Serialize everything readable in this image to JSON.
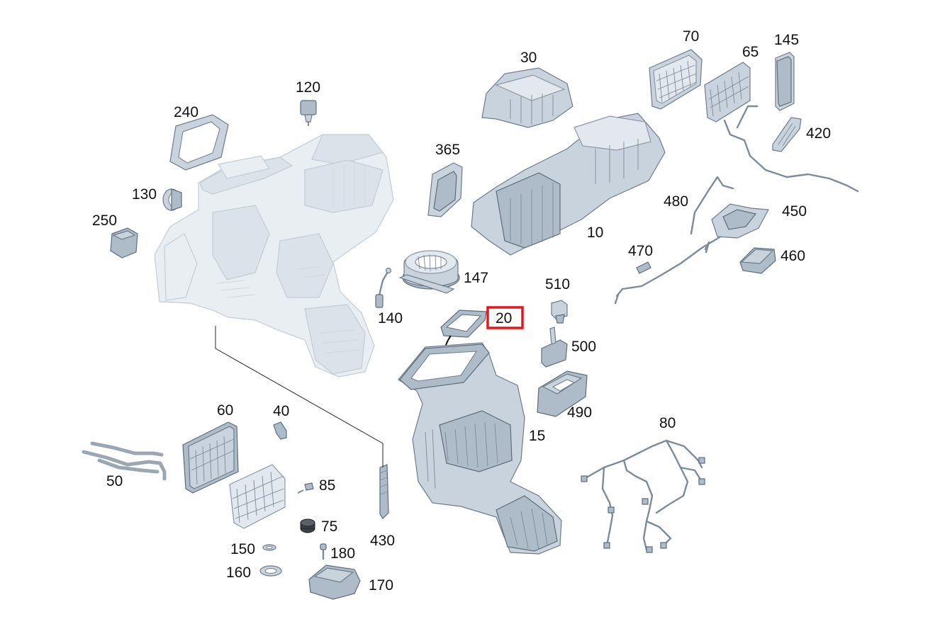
{
  "diagram": {
    "parts": [
      {
        "id": "10",
        "label": "10"
      },
      {
        "id": "15",
        "label": "15"
      },
      {
        "id": "20",
        "label": "20",
        "highlighted": true
      },
      {
        "id": "30",
        "label": "30"
      },
      {
        "id": "40",
        "label": "40"
      },
      {
        "id": "50",
        "label": "50"
      },
      {
        "id": "60",
        "label": "60"
      },
      {
        "id": "65",
        "label": "65"
      },
      {
        "id": "70",
        "label": "70"
      },
      {
        "id": "75",
        "label": "75"
      },
      {
        "id": "80",
        "label": "80"
      },
      {
        "id": "85",
        "label": "85"
      },
      {
        "id": "120",
        "label": "120"
      },
      {
        "id": "130",
        "label": "130"
      },
      {
        "id": "140",
        "label": "140"
      },
      {
        "id": "145",
        "label": "145"
      },
      {
        "id": "147",
        "label": "147"
      },
      {
        "id": "150",
        "label": "150"
      },
      {
        "id": "160",
        "label": "160"
      },
      {
        "id": "170",
        "label": "170"
      },
      {
        "id": "180",
        "label": "180"
      },
      {
        "id": "240",
        "label": "240"
      },
      {
        "id": "250",
        "label": "250"
      },
      {
        "id": "365",
        "label": "365"
      },
      {
        "id": "420",
        "label": "420"
      },
      {
        "id": "430",
        "label": "430"
      },
      {
        "id": "450",
        "label": "450"
      },
      {
        "id": "460",
        "label": "460"
      },
      {
        "id": "470",
        "label": "470"
      },
      {
        "id": "480",
        "label": "480"
      },
      {
        "id": "490",
        "label": "490"
      },
      {
        "id": "500",
        "label": "500"
      },
      {
        "id": "510",
        "label": "510"
      }
    ],
    "highlight_color": "#e8141b"
  }
}
